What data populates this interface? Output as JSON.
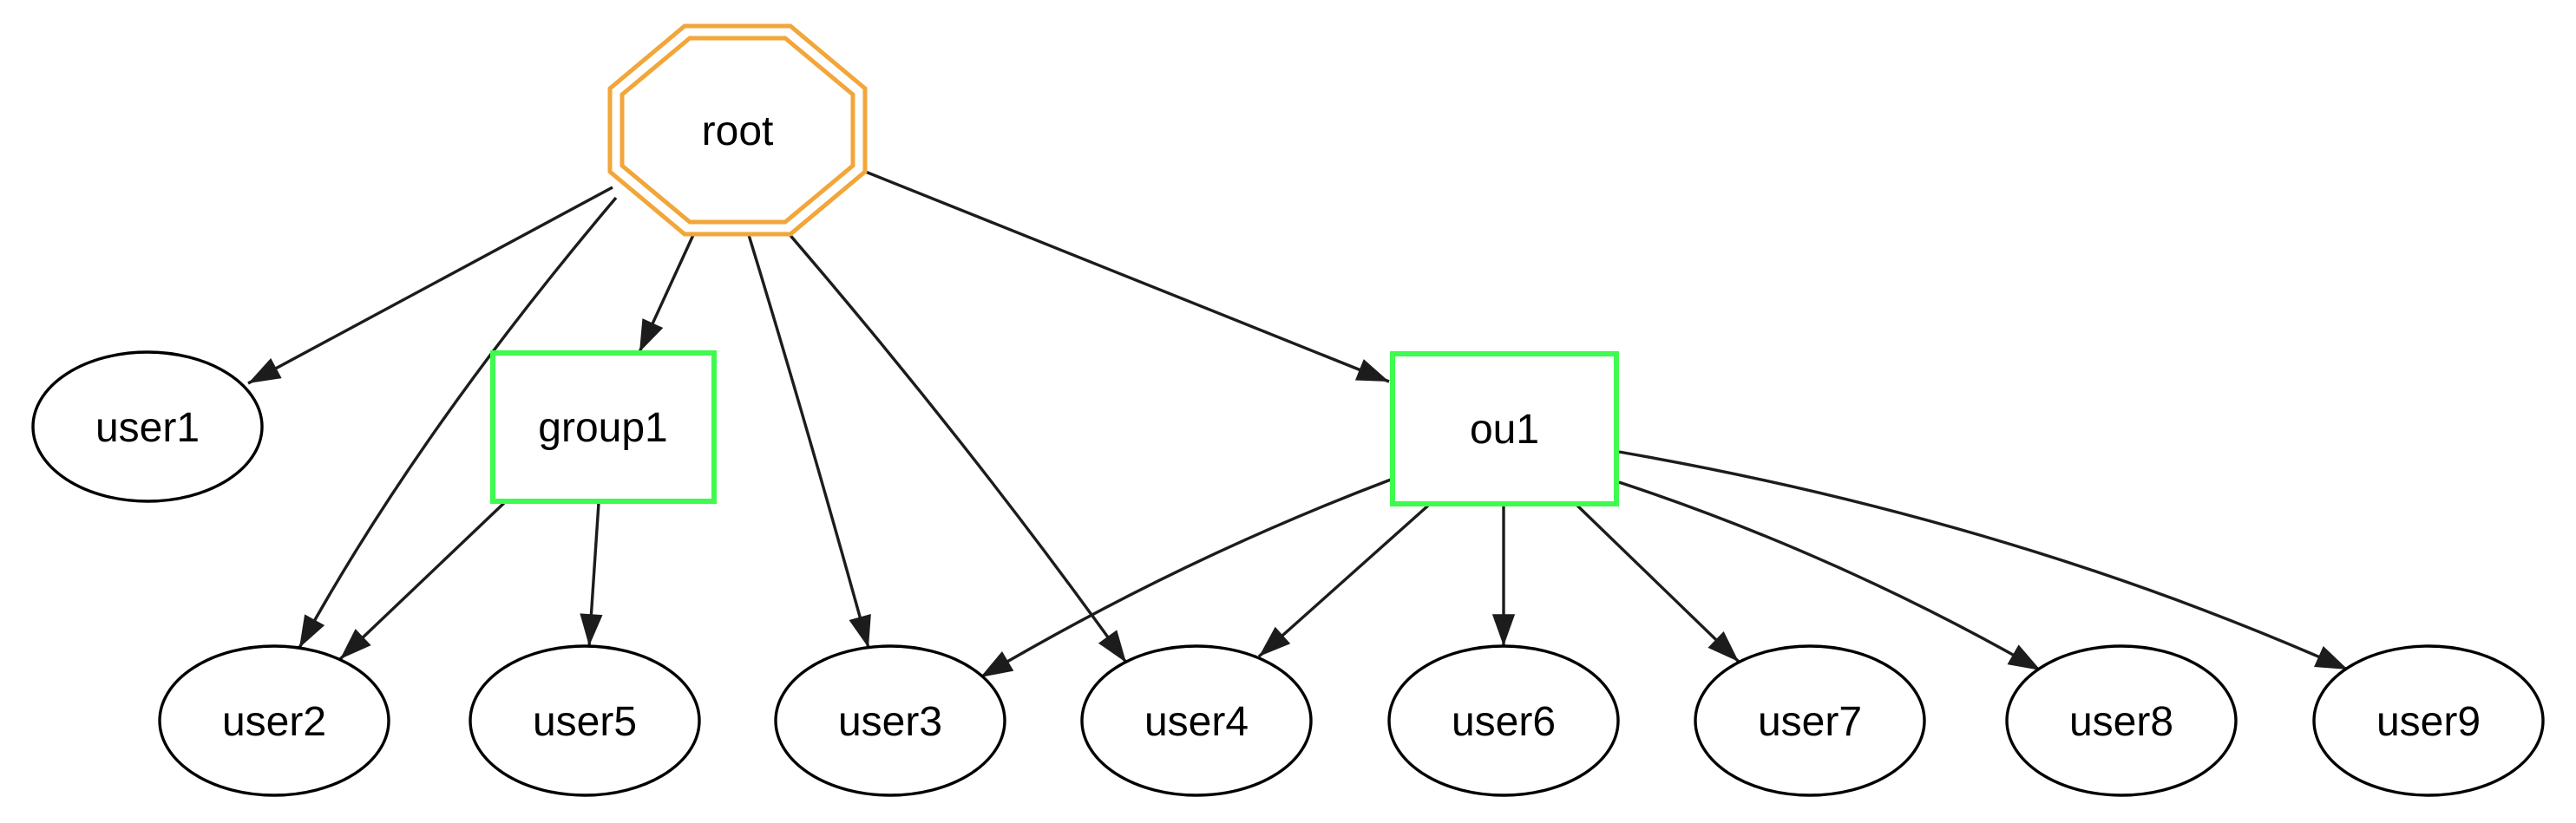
{
  "diagram": {
    "type": "directed-graph",
    "background_color": "#ffffff",
    "edge_color": "#1c1c1c",
    "colors": {
      "root_border": "#f2a63a",
      "container_border": "#3ffa4f",
      "user_border": "#000000",
      "label": "#000000"
    },
    "nodes": [
      {
        "id": "root",
        "label": "root",
        "shape": "doubleoctagon",
        "border_color": "#f2a63a"
      },
      {
        "id": "user1",
        "label": "user1",
        "shape": "ellipse",
        "border_color": "#000000"
      },
      {
        "id": "group1",
        "label": "group1",
        "shape": "box",
        "border_color": "#3ffa4f"
      },
      {
        "id": "ou1",
        "label": "ou1",
        "shape": "box",
        "border_color": "#3ffa4f"
      },
      {
        "id": "user2",
        "label": "user2",
        "shape": "ellipse",
        "border_color": "#000000"
      },
      {
        "id": "user5",
        "label": "user5",
        "shape": "ellipse",
        "border_color": "#000000"
      },
      {
        "id": "user3",
        "label": "user3",
        "shape": "ellipse",
        "border_color": "#000000"
      },
      {
        "id": "user4",
        "label": "user4",
        "shape": "ellipse",
        "border_color": "#000000"
      },
      {
        "id": "user6",
        "label": "user6",
        "shape": "ellipse",
        "border_color": "#000000"
      },
      {
        "id": "user7",
        "label": "user7",
        "shape": "ellipse",
        "border_color": "#000000"
      },
      {
        "id": "user8",
        "label": "user8",
        "shape": "ellipse",
        "border_color": "#000000"
      },
      {
        "id": "user9",
        "label": "user9",
        "shape": "ellipse",
        "border_color": "#000000"
      }
    ],
    "edges": [
      {
        "from": "root",
        "to": "user1"
      },
      {
        "from": "root",
        "to": "user2"
      },
      {
        "from": "root",
        "to": "group1"
      },
      {
        "from": "root",
        "to": "user3"
      },
      {
        "from": "root",
        "to": "user4"
      },
      {
        "from": "root",
        "to": "ou1"
      },
      {
        "from": "group1",
        "to": "user2"
      },
      {
        "from": "group1",
        "to": "user5"
      },
      {
        "from": "ou1",
        "to": "user3"
      },
      {
        "from": "ou1",
        "to": "user4"
      },
      {
        "from": "ou1",
        "to": "user6"
      },
      {
        "from": "ou1",
        "to": "user7"
      },
      {
        "from": "ou1",
        "to": "user8"
      },
      {
        "from": "ou1",
        "to": "user9"
      }
    ]
  }
}
